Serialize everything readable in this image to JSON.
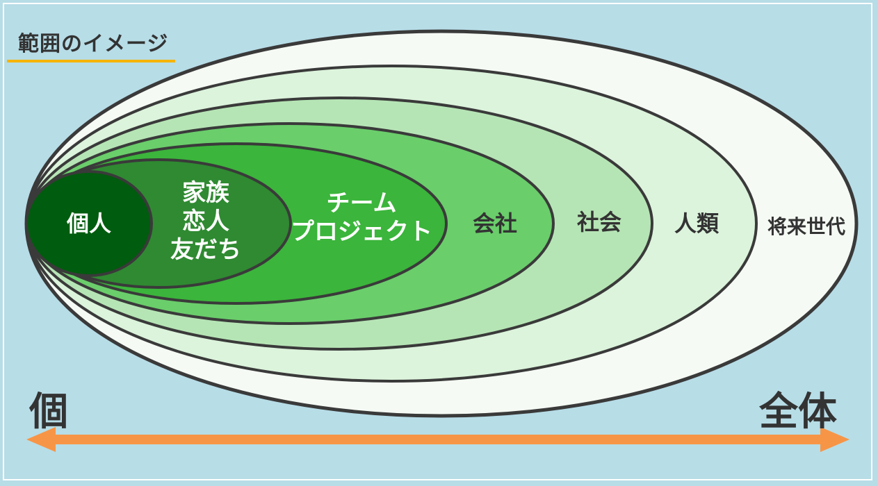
{
  "title": "範囲のイメージ",
  "levels": [
    {
      "lines": [
        "個人"
      ],
      "fill": "#005c0e",
      "text_color": "#ffffff"
    },
    {
      "lines": [
        "家族",
        "恋人",
        "友だち"
      ],
      "fill": "#2f8a31",
      "text_color": "#ffffff"
    },
    {
      "lines": [
        "チーム",
        "プロジェクト"
      ],
      "fill": "#3bb53b",
      "text_color": "#ffffff"
    },
    {
      "lines": [
        "会社"
      ],
      "fill": "#6ace6b",
      "text_color": "#333333"
    },
    {
      "lines": [
        "社会"
      ],
      "fill": "#b6e5b5",
      "text_color": "#333333"
    },
    {
      "lines": [
        "人類"
      ],
      "fill": "#dcf3dc",
      "text_color": "#333333"
    },
    {
      "lines": [
        "将来世代"
      ],
      "fill": "#f5faf4",
      "text_color": "#333333"
    }
  ],
  "axis": {
    "left_label": "個",
    "right_label": "全体",
    "arrow_color": "#f79546"
  },
  "colors": {
    "background": "#b7dde7",
    "outline": "#3a3a3a",
    "title_underline": "#f6b400"
  }
}
